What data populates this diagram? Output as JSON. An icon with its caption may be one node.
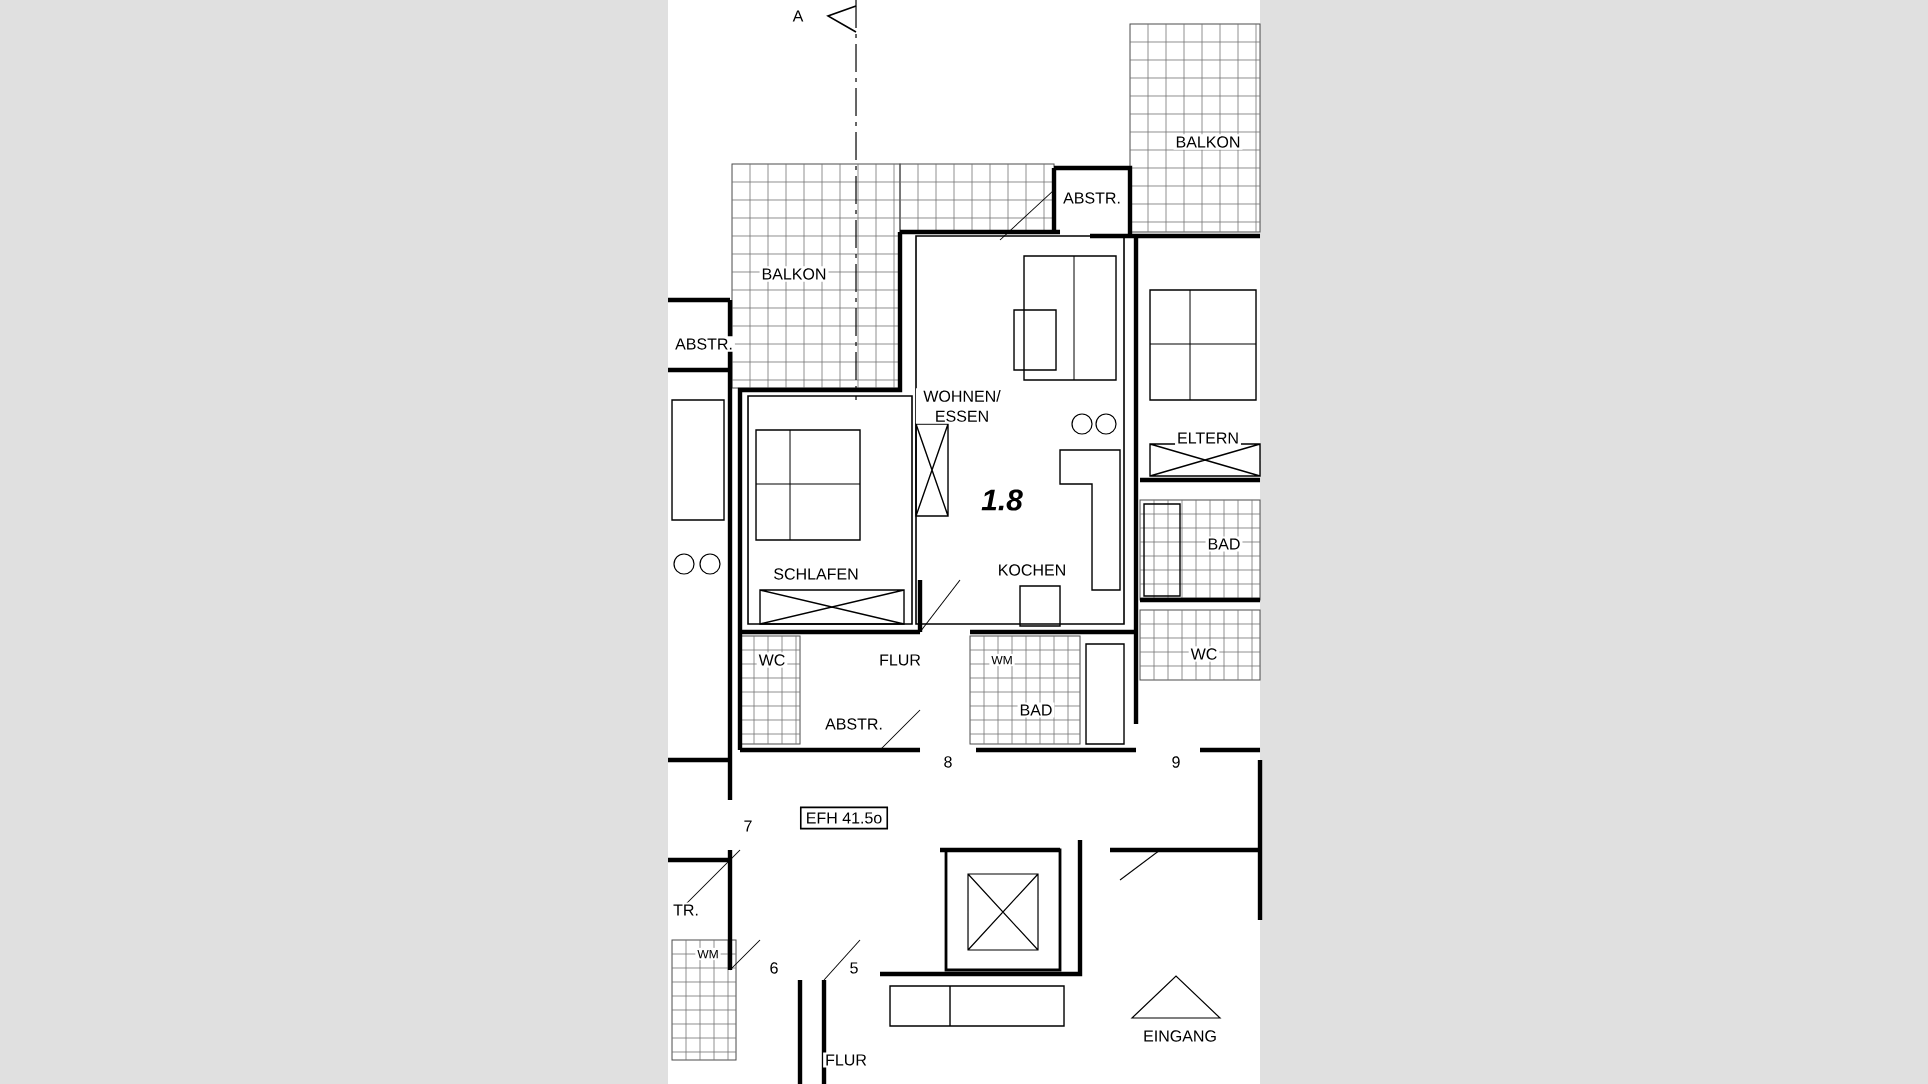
{
  "diagram": {
    "labels": [
      "A",
      "BALKON",
      "ABSTR.",
      "BALKON",
      "ABSTR.",
      "WOHNEN/ ESSEN",
      "ELTERN",
      "1.8",
      "BAD",
      "SCHLAFEN",
      "KOCHEN",
      "WC",
      "FLUR",
      "WM",
      "WC",
      "ABSTR.",
      "BAD",
      "8",
      "9",
      "EFH 41.5o",
      "7",
      "TR.",
      "WM",
      "6",
      "5",
      "FLUR",
      "EINGANG"
    ]
  }
}
